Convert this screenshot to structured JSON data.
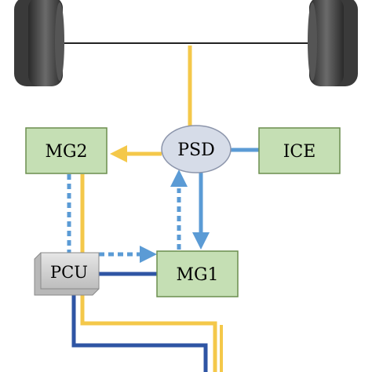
{
  "diagram": {
    "nodes": {
      "mg2": {
        "label": "MG2"
      },
      "psd": {
        "label": "PSD"
      },
      "ice": {
        "label": "ICE"
      },
      "mg1": {
        "label": "MG1"
      },
      "pcu": {
        "label": "PCU"
      }
    },
    "legend_colors": {
      "mechanical_flow": "#f4c84a",
      "electrical_flow": "#5b9bd5",
      "battery_line": "#2f55a4",
      "component_fill": "#c5dfb4",
      "component_border": "#6b8e4e",
      "psd_fill": "#d6dce8",
      "pcu_fill": "#d0d0d0"
    }
  }
}
